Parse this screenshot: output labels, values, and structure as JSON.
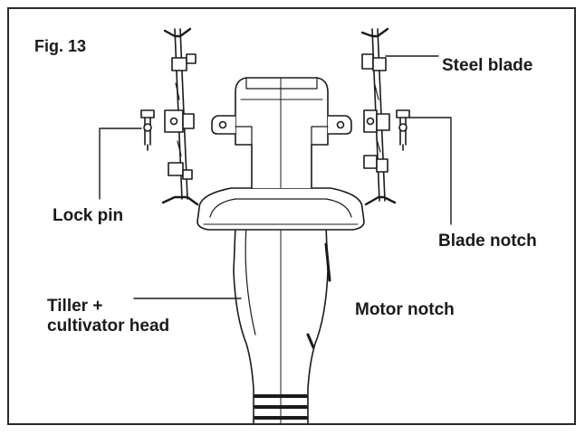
{
  "figure": {
    "title": "Fig. 13",
    "labels": {
      "steel_blade": "Steel blade",
      "lock_pin": "Lock pin",
      "blade_notch": "Blade notch",
      "motor_notch": "Motor notch",
      "tiller_line1": "Tiller +",
      "tiller_line2": "cultivator head"
    }
  },
  "colors": {
    "line": "#1a1a1a",
    "fill": "#ffffff",
    "shade": "#d9d9d9"
  }
}
